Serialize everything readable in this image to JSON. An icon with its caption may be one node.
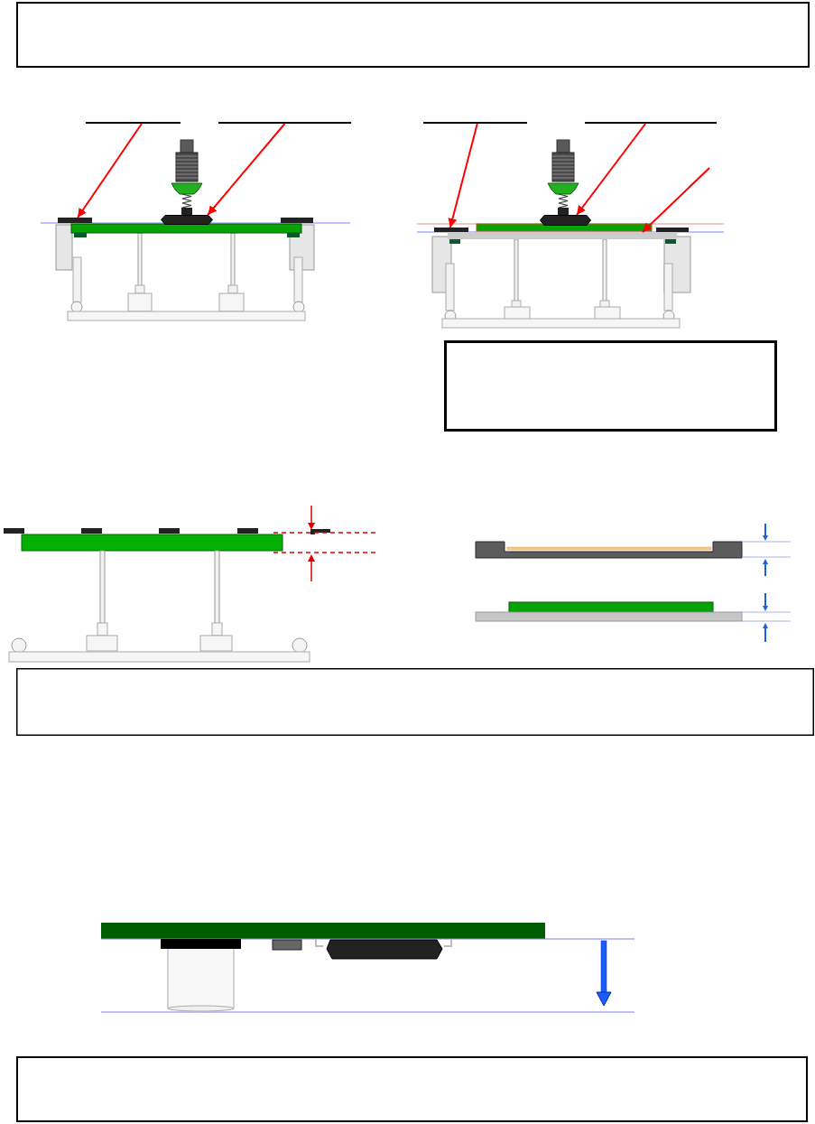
{
  "diagram": {
    "nodes": [
      {
        "text": [],
        "shape": "box"
      },
      {
        "text": [],
        "shape": "line"
      },
      {
        "text": [],
        "shape": "line"
      },
      {
        "text": [],
        "shape": "line"
      },
      {
        "text": [],
        "shape": "line"
      },
      {
        "text": [],
        "shape": "bar"
      },
      {
        "text": [],
        "shape": "box"
      },
      {
        "text": [],
        "shape": "bar"
      },
      {
        "text": [],
        "shape": "box"
      },
      {
        "text": [],
        "shape": "bar"
      },
      {
        "text": [],
        "shape": "box"
      },
      {
        "text": [],
        "shape": "box"
      },
      {
        "text": [],
        "shape": "box"
      }
    ],
    "edges": [
      {
        "from": 1,
        "to": 5,
        "arrow": "to"
      },
      {
        "from": 2,
        "to": 6,
        "arrow": "to"
      },
      {
        "from": 3,
        "to": 7,
        "arrow": "to"
      },
      {
        "from": 4,
        "to": 8,
        "arrow": "to"
      },
      {
        "from": null,
        "to": 9,
        "arrow": "to"
      }
    ]
  }
}
